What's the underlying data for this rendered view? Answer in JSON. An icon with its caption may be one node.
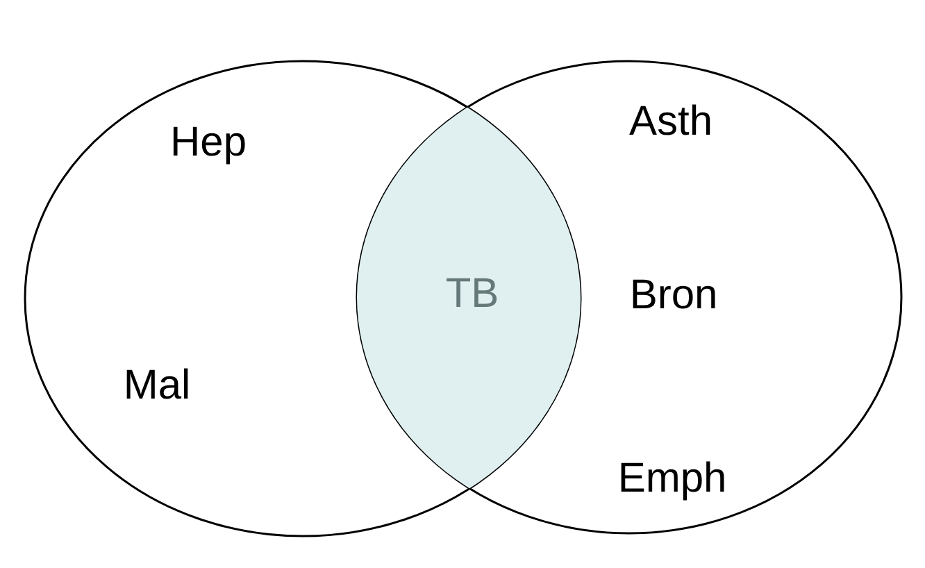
{
  "diagram": {
    "nodes": [
      {
        "text": [
          "Hep",
          "Mal"
        ]
      },
      {
        "text": [
          "Asth",
          "Bron",
          "Emph"
        ]
      },
      {
        "text": [
          "TB"
        ]
      }
    ]
  }
}
